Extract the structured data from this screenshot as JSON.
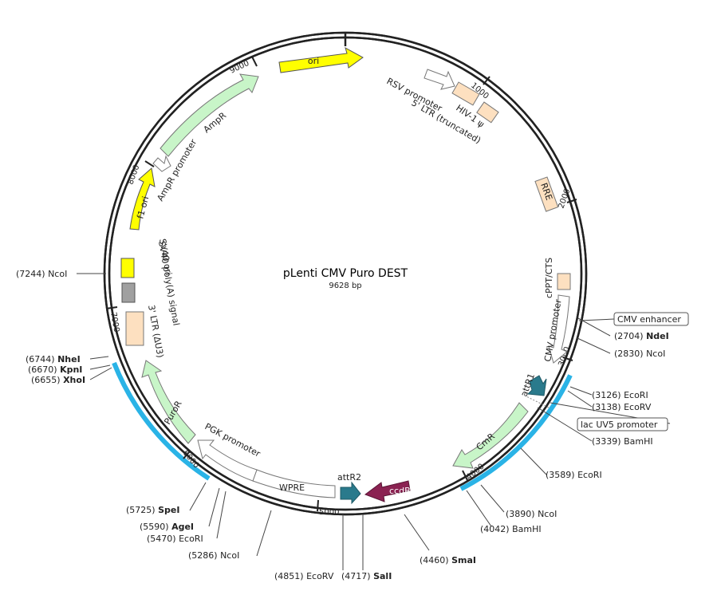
{
  "plasmid": {
    "name": "pLenti CMV Puro DEST",
    "size_text": "9628 bp"
  },
  "colors": {
    "backbone": "#222222",
    "highlight": "#2ab3e6",
    "ori": "#ffff00",
    "resistance": "#c8f5c8",
    "promoter": "#ffffff",
    "ltr": "#fde0c0",
    "polyA": "#a0a0a0",
    "attR": "#2a7a8c",
    "ccdB": "#8b2252"
  },
  "ticks": [
    "1000",
    "2000",
    "3000",
    "4000",
    "5000",
    "6000",
    "7000",
    "8000",
    "9000"
  ],
  "features": {
    "ori": "ori",
    "rsv": "RSV promoter",
    "ltr5": "5' LTR (truncated)",
    "hiv": "HIV-1 ψ",
    "rre": "RRE",
    "cppt": "cPPT/CTS",
    "cmv_promoter": "CMV promoter",
    "attr1": "attR1",
    "cmr": "CmR",
    "ccdb": "ccdB",
    "attr2": "attR2",
    "wpre": "WPRE",
    "pgk": "PGK promoter",
    "puror": "PuroR",
    "ltr3": "3' LTR (ΔU3)",
    "sv40polya": "SV40 poly(A) signal",
    "sv40ori": "SV40 ori",
    "f1ori": "f1 ori",
    "ampr_promoter": "AmpR promoter",
    "ampr": "AmpR"
  },
  "sites": [
    {
      "pos": "(7244)",
      "name": "NcoI",
      "bold": false
    },
    {
      "pos": "(6744)",
      "name": "NheI",
      "bold": true
    },
    {
      "pos": "(6670)",
      "name": "KpnI",
      "bold": true
    },
    {
      "pos": "(6655)",
      "name": "XhoI",
      "bold": true
    },
    {
      "pos": "(5725)",
      "name": "SpeI",
      "bold": true
    },
    {
      "pos": "(5590)",
      "name": "AgeI",
      "bold": true
    },
    {
      "pos": "(5470)",
      "name": "EcoRI",
      "bold": false
    },
    {
      "pos": "(5286)",
      "name": "NcoI",
      "bold": false
    },
    {
      "pos": "(4851)",
      "name": "EcoRV",
      "bold": false
    },
    {
      "pos": "(4717)",
      "name": "SalI",
      "bold": true
    },
    {
      "pos": "(4460)",
      "name": "SmaI",
      "bold": true
    },
    {
      "pos": "(3890)",
      "name": "NcoI",
      "bold": false
    },
    {
      "pos": "(4042)",
      "name": "BamHI",
      "bold": false
    },
    {
      "pos": "(3589)",
      "name": "EcoRI",
      "bold": false
    },
    {
      "pos": "(3339)",
      "name": "BamHI",
      "bold": false
    },
    {
      "pos": "(3126)",
      "name": "EcoRI",
      "bold": false
    },
    {
      "pos": "(3138)",
      "name": "EcoRV",
      "bold": false
    },
    {
      "pos": "(2704)",
      "name": "NdeI",
      "bold": true
    },
    {
      "pos": "(2830)",
      "name": "NcoI",
      "bold": false
    }
  ],
  "boxed": {
    "cmv_enhancer": "CMV enhancer",
    "lac_uv5": "lac UV5 promoter"
  }
}
